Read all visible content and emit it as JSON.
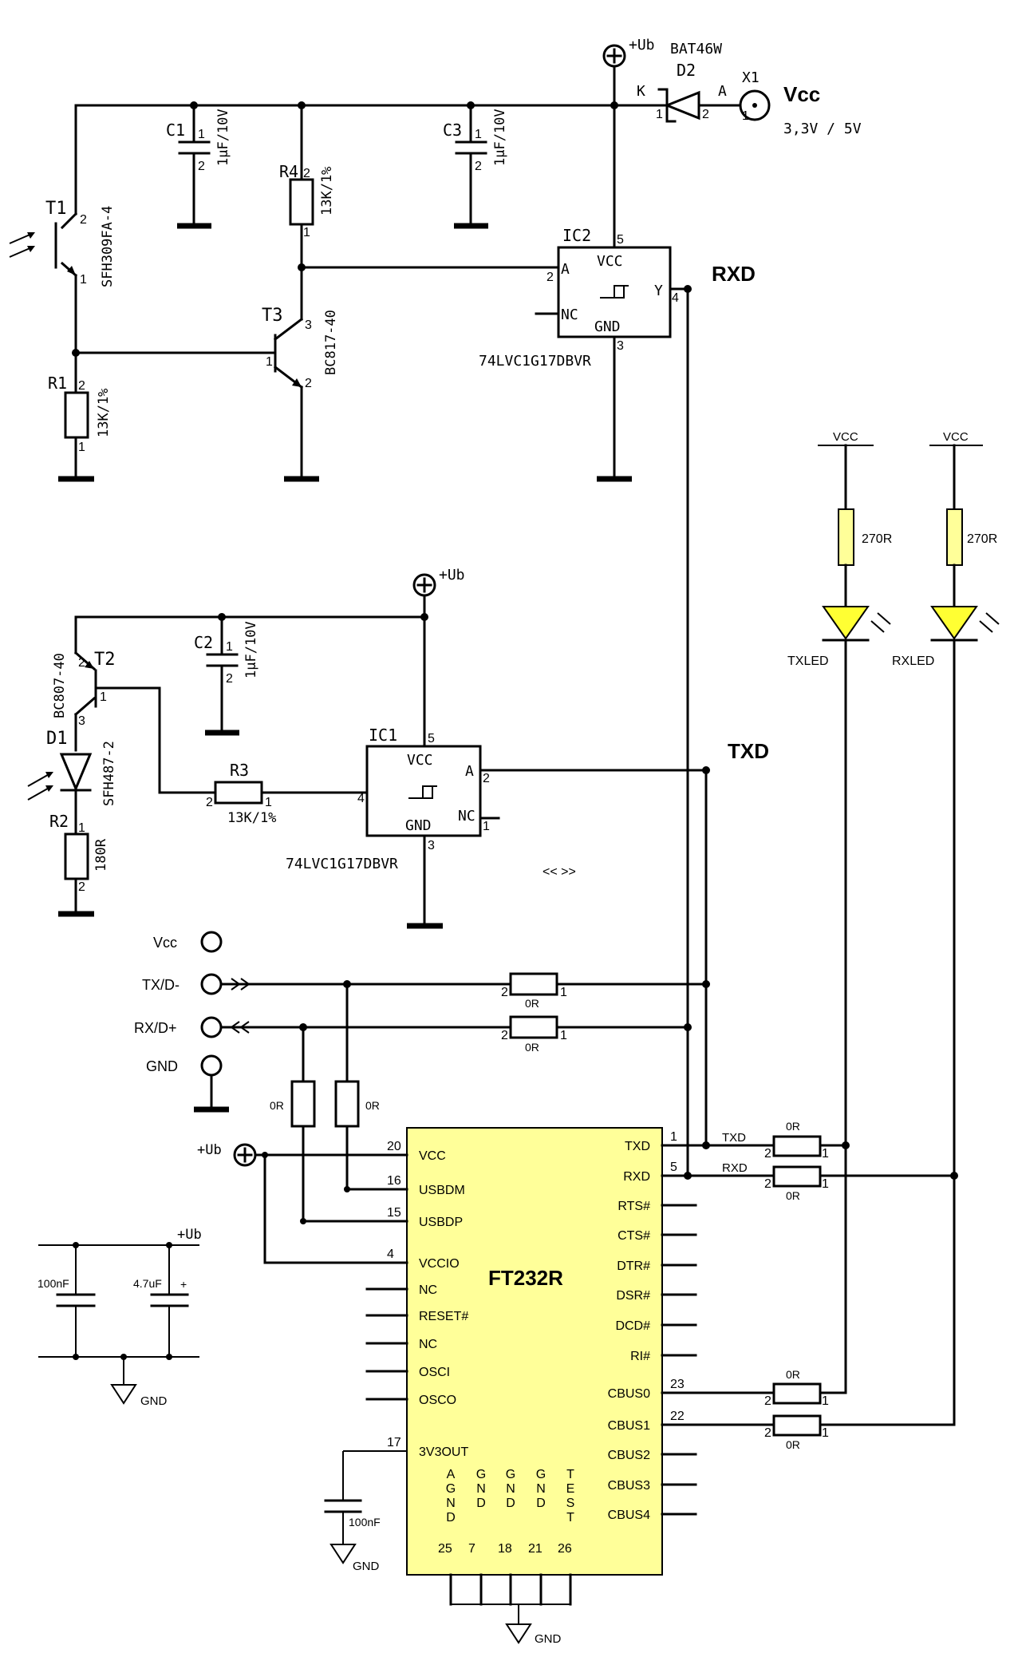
{
  "colors": {
    "ic_fill": "#ffff99",
    "led_fill": "#ffff33",
    "wire": "#000000"
  },
  "top_section": {
    "supply": {
      "label": "+Ub",
      "diode_label": "BAT46W",
      "diode_ref": "D2",
      "k": "K",
      "a": "A",
      "x1": "X1",
      "vcc": "Vcc",
      "vcc_values": "3,3V / 5V"
    },
    "C1": {
      "ref": "C1",
      "value": "1µF/10V",
      "p1": "1",
      "p2": "2"
    },
    "C3": {
      "ref": "C3",
      "value": "1µF/10V",
      "p1": "1",
      "p2": "2"
    },
    "R4": {
      "ref": "R4",
      "value": "13K/1%",
      "p1": "1",
      "p2": "2"
    },
    "T1": {
      "ref": "T1",
      "value": "SFH309FA-4",
      "p1": "1",
      "p2": "2"
    },
    "T3": {
      "ref": "T3",
      "value": "BC817-40",
      "p1": "1",
      "p2": "2",
      "p3": "3"
    },
    "R1": {
      "ref": "R1",
      "value": "13K/1%",
      "p1": "1",
      "p2": "2"
    },
    "IC2": {
      "ref": "IC2",
      "part": "74LVC1G17DBVR",
      "vcc": "VCC",
      "gnd": "GND",
      "a": "A",
      "nc": "NC",
      "y": "Y",
      "pin5": "5",
      "pin2": "2",
      "pin4": "4",
      "pin3": "3"
    },
    "rxd_label": "RXD"
  },
  "led_section": {
    "vcc1": "VCC",
    "vcc2": "VCC",
    "r1": "270R",
    "r2": "270R",
    "txled": "TXLED",
    "rxled": "RXLED"
  },
  "mid_section": {
    "supply": "+Ub",
    "C2": {
      "ref": "C2",
      "value": "1µF/10V",
      "p1": "1",
      "p2": "2"
    },
    "T2": {
      "ref": "T2",
      "value": "BC807-40",
      "p1": "1",
      "p2": "2",
      "p3": "3"
    },
    "D1": {
      "ref": "D1",
      "value": "SFH487-2"
    },
    "R2": {
      "ref": "R2",
      "value": "180R",
      "p1": "1",
      "p2": "2"
    },
    "R3": {
      "ref": "R3",
      "value": "13K/1%",
      "p1": "1",
      "p2": "2"
    },
    "IC1": {
      "ref": "IC1",
      "part": "74LVC1G17DBVR",
      "vcc": "VCC",
      "gnd": "GND",
      "a": "A",
      "nc": "NC",
      "pin5": "5",
      "pin4": "4",
      "pin2": "2",
      "pin1": "1",
      "pin3": "3"
    },
    "txd_label": "TXD",
    "chevrons": "<<  >>"
  },
  "connector": {
    "vcc": "Vcc",
    "tx": "TX/D-",
    "rx": "RX/D+",
    "gnd": "GND",
    "r_tx": "0R",
    "r_rx": "0R",
    "r_v1": "0R",
    "r_v2": "0R",
    "p1": "1",
    "p2": "2"
  },
  "decoupling": {
    "supply": "+Ub",
    "c1": "100nF",
    "c2": "4.7uF",
    "plus": "+",
    "gnd": "GND"
  },
  "ft232r": {
    "name": "FT232R",
    "left_pins": [
      {
        "num": "20",
        "name": "VCC"
      },
      {
        "num": "16",
        "name": "USBDM"
      },
      {
        "num": "15",
        "name": "USBDP"
      },
      {
        "num": "4",
        "name": "VCCIO"
      },
      {
        "num": "",
        "name": "NC"
      },
      {
        "num": "",
        "name": "RESET#"
      },
      {
        "num": "",
        "name": "NC"
      },
      {
        "num": "",
        "name": "OSCI"
      },
      {
        "num": "",
        "name": "OSCO"
      },
      {
        "num": "17",
        "name": "3V3OUT"
      }
    ],
    "right_pins": [
      {
        "num": "1",
        "name": "TXD"
      },
      {
        "num": "5",
        "name": "RXD"
      },
      {
        "num": "",
        "name": "RTS#"
      },
      {
        "num": "",
        "name": "CTS#"
      },
      {
        "num": "",
        "name": "DTR#"
      },
      {
        "num": "",
        "name": "DSR#"
      },
      {
        "num": "",
        "name": "DCD#"
      },
      {
        "num": "",
        "name": "RI#"
      },
      {
        "num": "23",
        "name": "CBUS0"
      },
      {
        "num": "22",
        "name": "CBUS1"
      },
      {
        "num": "",
        "name": "CBUS2"
      },
      {
        "num": "",
        "name": "CBUS3"
      },
      {
        "num": "",
        "name": "CBUS4"
      }
    ],
    "bottom_pins": [
      {
        "num": "25",
        "name": "AGND"
      },
      {
        "num": "7",
        "name": "GND"
      },
      {
        "num": "18",
        "name": "GND"
      },
      {
        "num": "21",
        "name": "GND"
      },
      {
        "num": "26",
        "name": "TEST"
      }
    ],
    "supply": "+Ub",
    "out_txd": "TXD",
    "out_rxd": "RXD",
    "r_txd": "0R",
    "r_rxd": "0R",
    "r_cb0": "0R",
    "r_cb1": "0R",
    "c3v3": "100nF",
    "gnd1": "GND",
    "gnd2": "GND",
    "p1": "1",
    "p2": "2"
  }
}
